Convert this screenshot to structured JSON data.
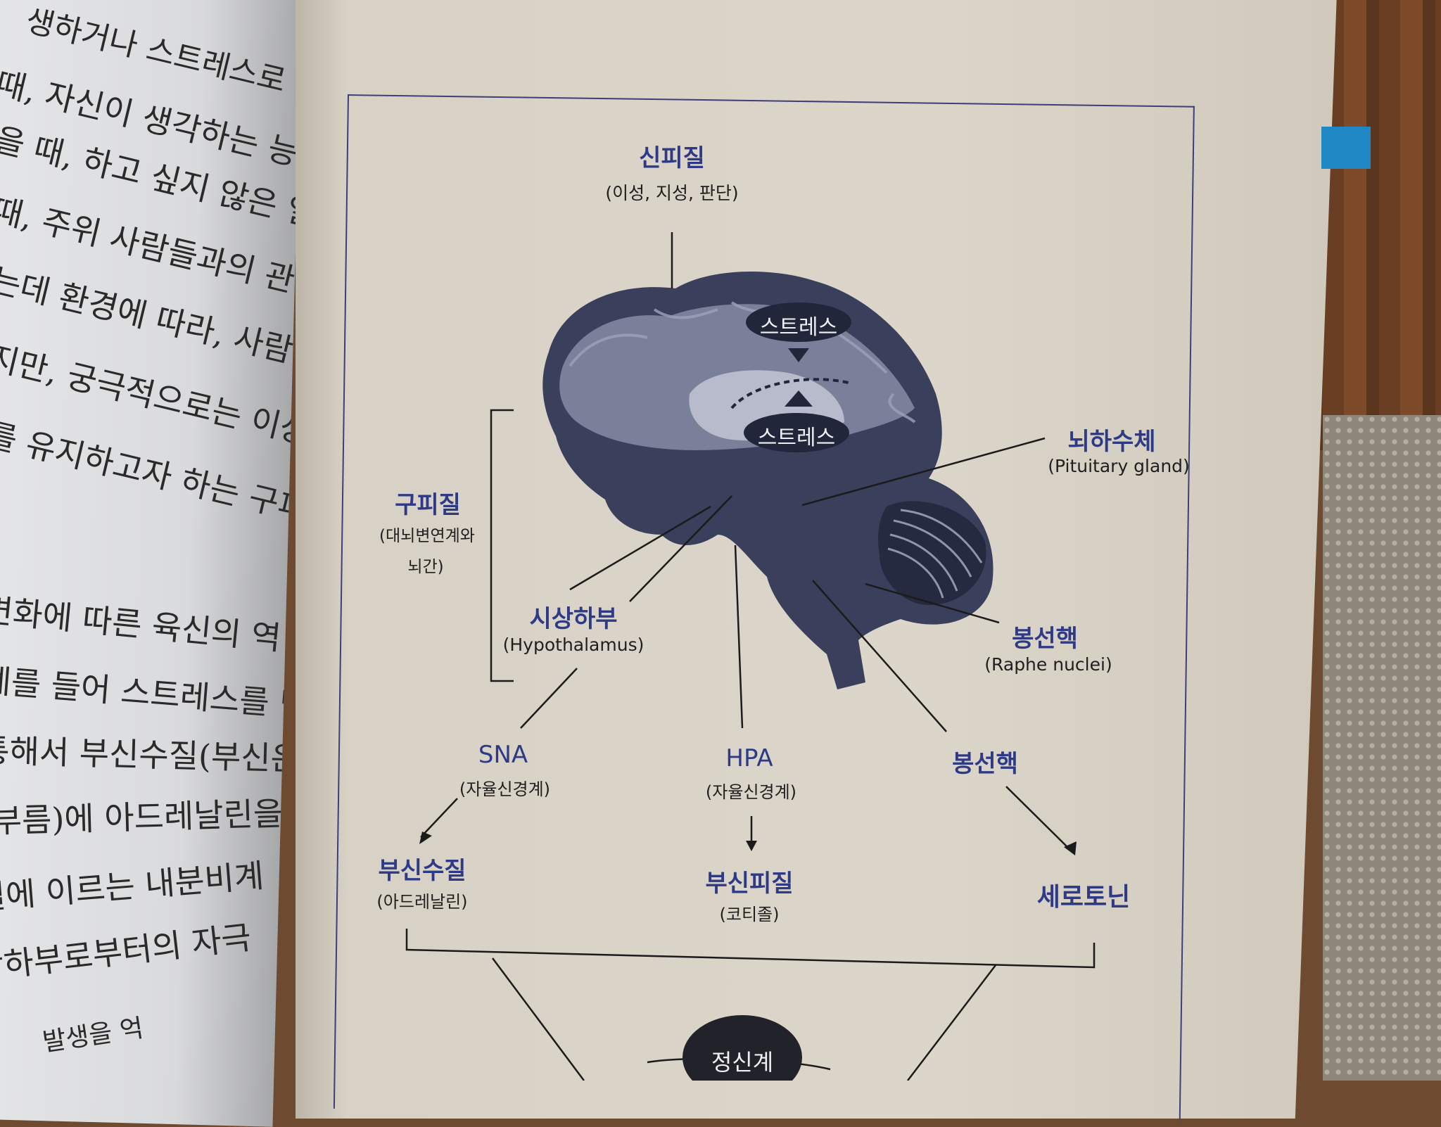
{
  "left_page": {
    "lines": [
      "생하거나 스트레스로 원래의 상태",
      "때, 자신이 생각하는 능력",
      "을 때, 하고 싶지 않은 일을",
      "때, 주위 사람들과의 관계",
      "는데 환경에 따라, 사람에",
      "지만, 궁극적으로는 이상",
      "를 유지하고자 하는 구피질",
      "변화에 따른 육신의 역",
      "예를 들어 스트레스를 받",
      "통해서 부신수질(부신은",
      "부름)에 아드레날린을",
      "질에 이르는 내분비계",
      "상하부로부터의 자극",
      "발생을 억"
    ]
  },
  "figure": {
    "neocortex": {
      "title": "신피질",
      "sub": "(이성, 지성, 판단)"
    },
    "stress_top": "스트레스",
    "stress_bottom": "스트레스",
    "pituitary": {
      "title": "뇌하수체",
      "sub": "(Pituitary gland)"
    },
    "paleocortex": {
      "title": "구피질",
      "sub1": "(대뇌변연계와",
      "sub2": "뇌간)"
    },
    "hypothalamus": {
      "title": "시상하부",
      "sub": "(Hypothalamus)"
    },
    "raphe": {
      "title": "봉선핵",
      "sub": "(Raphe nuclei)"
    },
    "sna": {
      "title": "SNA",
      "sub": "(자율신경계)"
    },
    "hpa": {
      "title": "HPA",
      "sub": "(자율신경계)"
    },
    "raphe2": {
      "title": "봉선핵"
    },
    "adrenal_medulla": {
      "title": "부신수질",
      "sub": "(아드레날린)"
    },
    "adrenal_cortex": {
      "title": "부신피질",
      "sub": "(코티졸)"
    },
    "serotonin": {
      "title": "세로토닌"
    },
    "mental": "정신계"
  },
  "colors": {
    "label_blue": "#2f3a86",
    "brain": "#3a3f5c",
    "page": "#d8d2c6"
  }
}
